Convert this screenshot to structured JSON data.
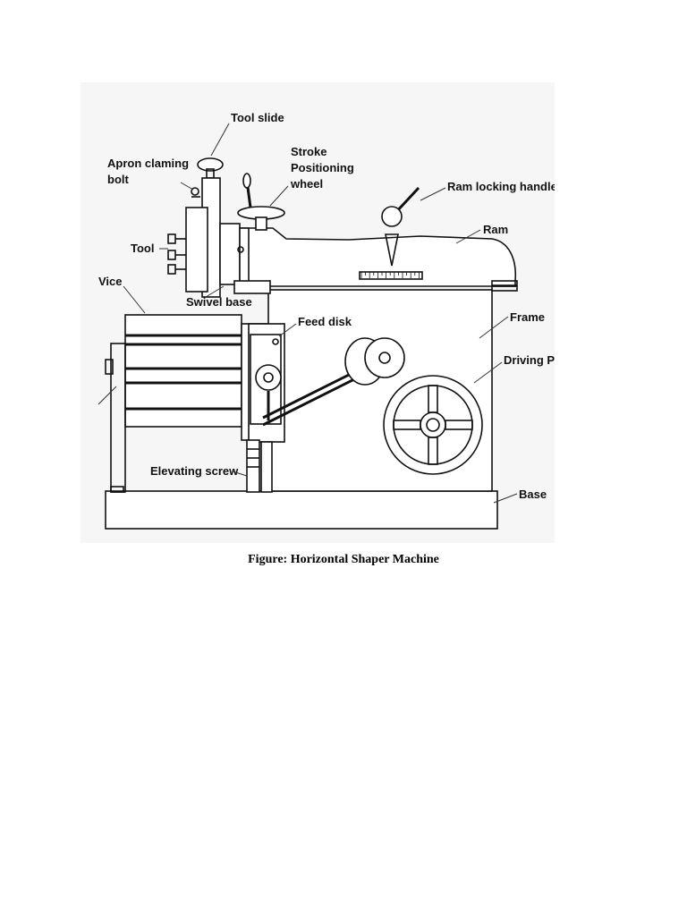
{
  "figure": {
    "labels": {
      "tool_slide": "Tool slide",
      "apron_bolt_1": "Apron claming",
      "apron_bolt_2": "bolt",
      "stroke_wheel_1": "Stroke",
      "stroke_wheel_2": "Positioning",
      "stroke_wheel_3": "wheel",
      "ram_locking_handle": "Ram locking handle",
      "ram": "Ram",
      "tool": "Tool",
      "vice": "Vice",
      "swivel_base": "Swivel base",
      "feed_disk": "Feed disk",
      "frame": "Frame",
      "driving_pulley": "Driving Pulley",
      "elevating_screw": "Elevating screw",
      "base": "Base"
    },
    "caption": "Figure: Horizontal Shaper Machine"
  }
}
